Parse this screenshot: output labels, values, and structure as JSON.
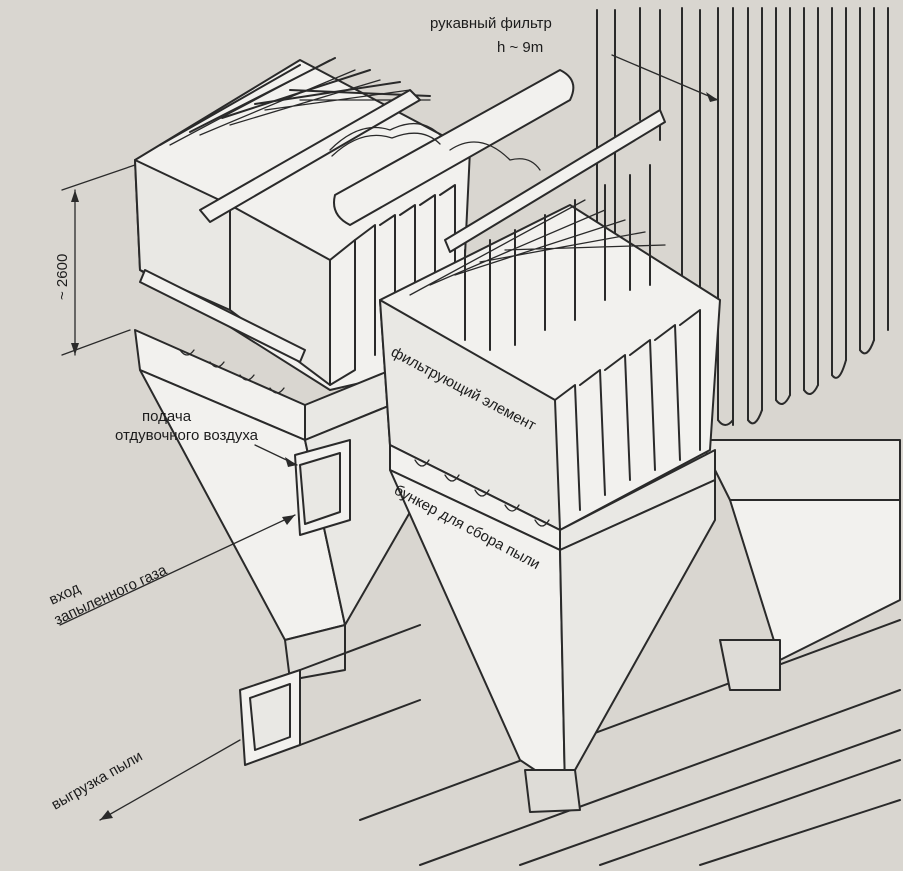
{
  "labels": {
    "bag_filter": "рукавный фильтр",
    "height": "h ~ 9m",
    "dimension": "~ 2600",
    "purge_air_line1": "подача",
    "purge_air_line2": "отдувочного воздуха",
    "filter_element": "фильтрующий элемент",
    "dust_hopper": "бункер для сбора пыли",
    "dusty_gas_line1": "вход",
    "dusty_gas_line2": "запыленного газа",
    "dust_discharge": "выгрузка пыли"
  },
  "colors": {
    "background": "#d9d6d0",
    "line": "#2a2a2a",
    "paper": "#f2f1ee"
  }
}
